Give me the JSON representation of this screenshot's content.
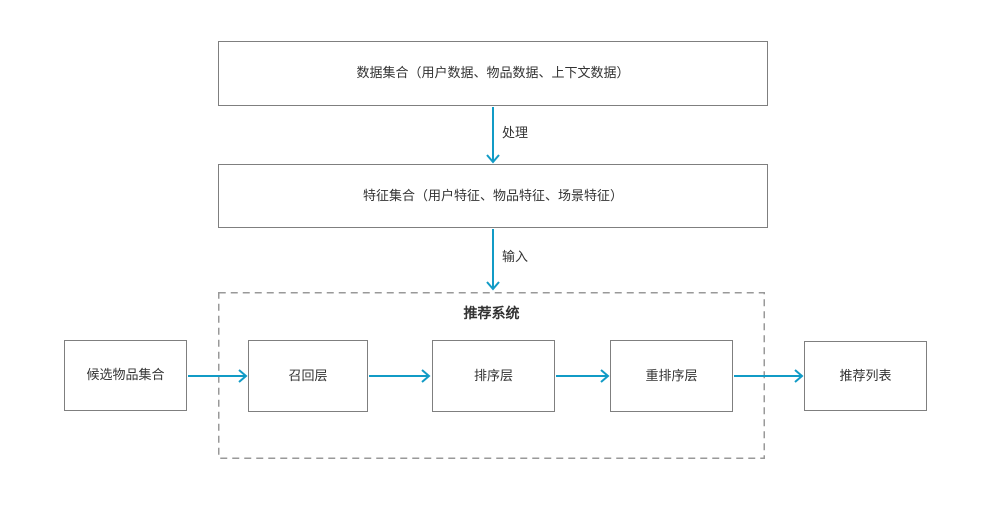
{
  "nodes": {
    "data_set": "数据集合（用户数据、物品数据、上下文数据）",
    "feature_set": "特征集合（用户特征、物品特征、场景特征）",
    "system_title": "推荐系统",
    "candidate_set": "候选物品集合",
    "recall_layer": "召回层",
    "ranking_layer": "排序层",
    "reranking_layer": "重排序层",
    "recommendation_list": "推荐列表"
  },
  "edge_labels": {
    "process": "处理",
    "input": "输入"
  },
  "colors": {
    "arrow": "#119bc6",
    "box_border": "#7f7f7f",
    "dashed_border": "#999999",
    "text": "#333333",
    "background": "#ffffff"
  }
}
